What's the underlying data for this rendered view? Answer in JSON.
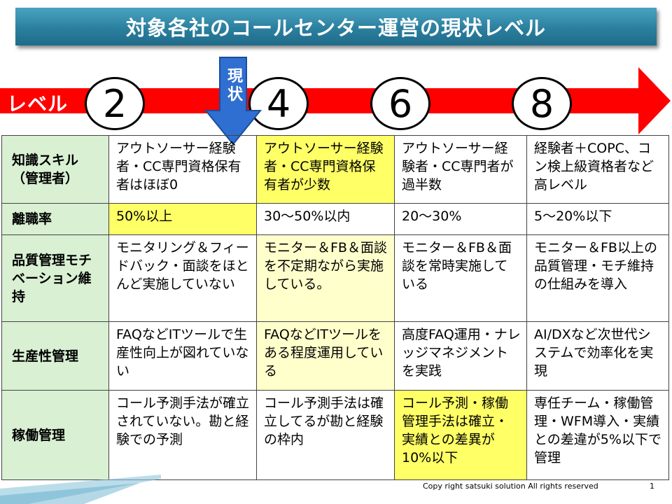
{
  "title": "対象各社のコールセンター運営の現状レベル",
  "level_label": "レベル",
  "levels": [
    "2",
    "4",
    "6",
    "8"
  ],
  "current_label": "現状",
  "colors": {
    "arrow": "#ff0000",
    "current_marker": "#2f6fd1",
    "title_bar": "#2b7f9e",
    "highlight": "#ffff66",
    "highlight_light": "#ffffcc",
    "header_cell": "#d9f0d3"
  },
  "rows": [
    {
      "label": "知識スキル（管理者）",
      "cells": [
        "アウトソーサー経験者・CC専門資格保有者はほぼ0",
        "アウトソーサー経験者・CC専門資格保有者が少数",
        "アウトソーサー経験者・CC専門者が過半数",
        "経験者＋COPC、コン検上級資格者など高レベル"
      ]
    },
    {
      "label": "離職率",
      "cells": [
        "50%以上",
        "30～50%以内",
        "20～30%",
        "5～20%以下"
      ]
    },
    {
      "label": "品質管理モチベーション維持",
      "cells": [
        "モニタリング＆フィードバック・面談をほとんど実施していない",
        "モニター＆FB＆面談を不定期ながら実施している。",
        "モニター＆FB＆面談を常時実施している",
        "モニター＆FB以上の品質管理・モチ維持の仕組みを導入"
      ]
    },
    {
      "label": "生産性管理",
      "cells": [
        "FAQなどITツールで生産性向上が図れていない",
        "FAQなどITツールをある程度運用している",
        "高度FAQ運用・ナレッジマネジメントを実践",
        "AI/DXなど次世代システムで効率化を実現"
      ]
    },
    {
      "label": "稼働管理",
      "cells": [
        "コール予測手法が確立されていない。勘と経験での予測",
        "コール予測手法は確立してるが勘と経験の枠内",
        "コール予測・稼働管理手法は確立・実績との差異が10%以下",
        "専任チーム・稼働管理・WFM導入・実績との差違が5%以下で管理"
      ]
    }
  ],
  "footer": "Copy right satsuki solution All rights reserved",
  "page_number": "1"
}
